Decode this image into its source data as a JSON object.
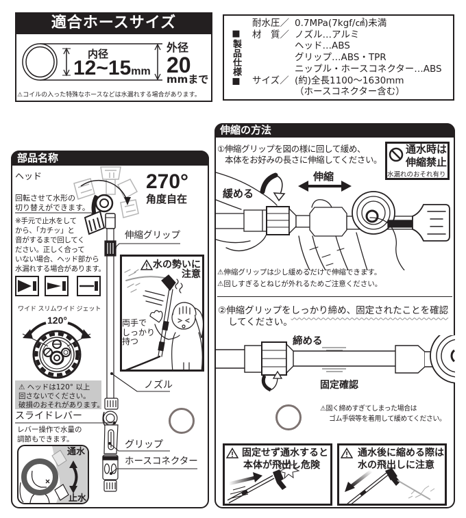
{
  "hose_size": {
    "title": "適合ホースサイズ",
    "inner_diameter": {
      "label": "内径",
      "value": "12~15",
      "unit": "mm"
    },
    "outer_diameter": {
      "label": "外径",
      "value": "20",
      "unit": "mmまで"
    },
    "warning": "⚠コイルの入った特殊なホースなどは水漏れする場合があります。"
  },
  "specs": {
    "title": "■製品仕様■",
    "lines": [
      {
        "label": "耐水圧／",
        "value": "0.7MPa(7kgf/㎠)未満"
      },
      {
        "label": "材　質／",
        "value": "ノズル…アルミ"
      },
      {
        "label": "",
        "value": "ヘッド…ABS"
      },
      {
        "label": "",
        "value": "グリップ…ABS・TPR"
      },
      {
        "label": "",
        "value": "ニップル・ホースコネクター…ABS"
      },
      {
        "label": "サイズ／",
        "value": "(約)全長1100〜1630mm"
      },
      {
        "label": "",
        "value": "（ホースコネクター含む）"
      }
    ]
  },
  "parts": {
    "title": "部品名称",
    "head": {
      "label": "ヘッド",
      "rotation_angle": "270°",
      "rotation_caption": "角度自在",
      "description": [
        "回転させて水形の",
        "切り替えができます。"
      ],
      "note": [
        "※手元で止水をして",
        "から、「カチッ」と",
        "音がするまで回してく",
        "ださい。正しく合って",
        "いない場合、ヘッド部から",
        "水漏れする場合があります。"
      ]
    },
    "spray_modes": [
      {
        "label": "ワイド",
        "icon": "wide-spray-icon"
      },
      {
        "label": "スリムワイド",
        "icon": "slim-wide-spray-icon"
      },
      {
        "label": "ジェット",
        "icon": "jet-spray-icon"
      }
    ],
    "dial": {
      "angle": "120°",
      "warning": [
        "⚠ ヘッドは120° 以上",
        "回さないでください。",
        "破損のおそれがあります。"
      ]
    },
    "slide_lever": {
      "label": "スライドレバー",
      "description": [
        "レバー操作で水量の",
        "調節もできます。"
      ],
      "water_on": "通水",
      "water_off": "止水"
    },
    "callouts": {
      "telescopic_grip": "伸縮グリップ",
      "nozzle": "ノズル",
      "grip": "グリップ",
      "hose_connector": "ホースコネクター"
    },
    "water_force_caution": {
      "title": "水の勢いに",
      "title_2": "注意",
      "instruction": [
        "両手で",
        "しっかり",
        "持つ"
      ]
    }
  },
  "extension": {
    "title": "伸縮の方法",
    "step1": [
      "①伸縮グリップを図の様に回して緩め、",
      "本体をお好みの長さに伸縮してください。"
    ],
    "no_extend_notice": {
      "line1": "通水時は",
      "line2": "伸縮禁止",
      "line3": "水漏れのおそれ有り"
    },
    "extend_label": "伸縮",
    "loosen_label": "緩める",
    "step1_notes": [
      "⚠伸縮グリップは少し緩めるだけで伸縮できます。",
      "⚠回しすぎるとねじが外れるためご注意ください。"
    ],
    "step2": {
      "lead": "②伸縮グリップを",
      "emphasis": "しっかり締め、固定されたことを確認",
      "line2": "してください。"
    },
    "tighten_label": "締める",
    "confirm_label": "固定確認",
    "step2_notes": [
      "⚠固く締めすぎてしまった場合は",
      "ゴム手袋等を着用して緩めてください。"
    ],
    "hazards": [
      {
        "line1": "固定せず通水すると",
        "line2": "本体が飛出し危険"
      },
      {
        "line1": "通水後に縮める際は",
        "line2": "水の飛出しに注意"
      }
    ]
  },
  "colors": {
    "ink": "#231f20",
    "header_bg": "#231f20",
    "header_text": "#ffffff",
    "warning_gray": "#c9c9c9",
    "marker_circle": "#7d7371"
  }
}
